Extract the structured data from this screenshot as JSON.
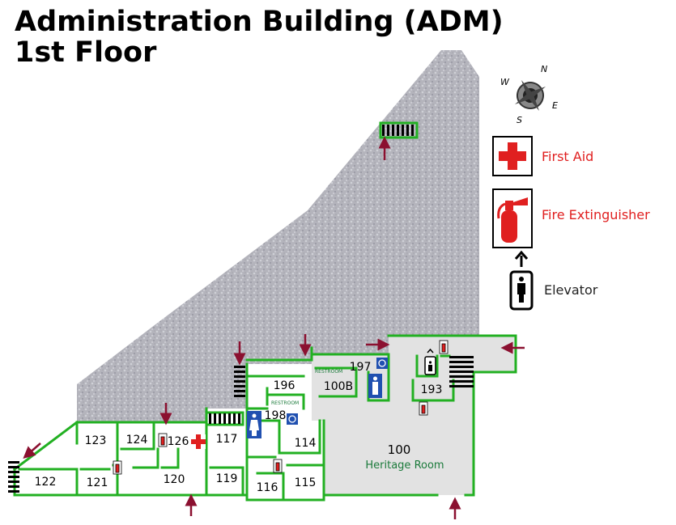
{
  "title": {
    "line1": "Administration Building (ADM)",
    "line2": "1st Floor"
  },
  "compass": {
    "n": "N",
    "e": "E",
    "s": "S",
    "w": "W"
  },
  "legend": {
    "first_aid": "First Aid",
    "fire_extinguisher": "Fire Extinguisher",
    "elevator": "Elevator"
  },
  "rooms": {
    "r100": "100",
    "r100_name": "Heritage Room",
    "r100b": "100B",
    "r114": "114",
    "r115": "115",
    "r116": "116",
    "r117": "117",
    "r119": "119",
    "r120": "120",
    "r121": "121",
    "r122": "122",
    "r123": "123",
    "r124": "124",
    "r126": "126",
    "r193": "193",
    "r196": "196",
    "r197": "197",
    "r198": "198",
    "restroom_top": "RESTROOM",
    "restroom_bottom": "RESTROOM"
  },
  "colors": {
    "wall": "#22b022",
    "arrow": "#8b1030",
    "legend_red": "#e02020",
    "room_text_green": "#1a7a3a",
    "floor": "#e0e0e0",
    "ground": "#b4b4bc"
  }
}
